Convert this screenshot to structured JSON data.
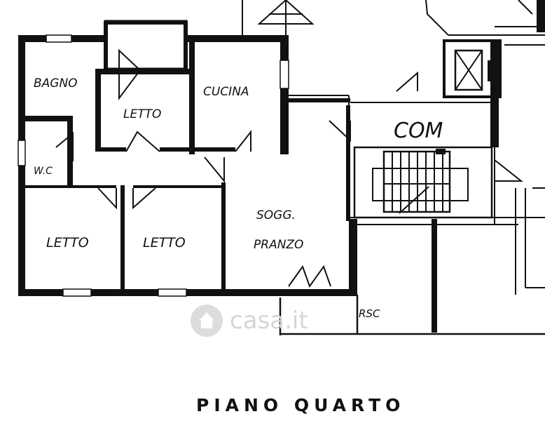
{
  "floor_label": "PIANO QUARTO",
  "watermark": "casa.it",
  "rooms": {
    "bagno": "BAGNO",
    "letto_small": "LETTO",
    "cucina": "CUCINA",
    "wc": "W.C",
    "letto_left": "LETTO",
    "letto_mid": "LETTO",
    "soggiorno_line1": "SOGG.",
    "soggiorno_line2": "PRANZO",
    "common": "COM",
    "rsc": "RSC"
  }
}
